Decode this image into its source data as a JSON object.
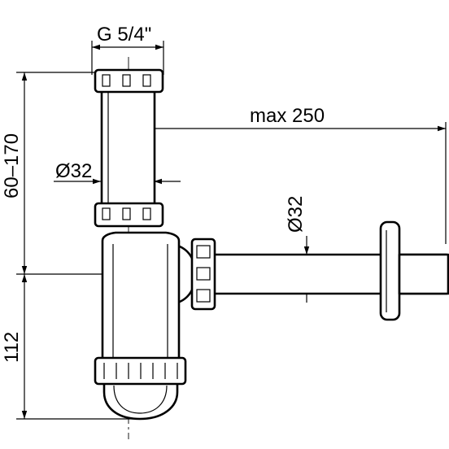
{
  "drawing": {
    "dimensions": {
      "thread": "G 5/4\"",
      "max_length": "max 250",
      "tube_diameter": "Ø32",
      "outlet_diameter": "Ø32",
      "height_range": "60–170",
      "bottom_height": "112"
    },
    "line_color": "#000000",
    "background": "#ffffff"
  }
}
